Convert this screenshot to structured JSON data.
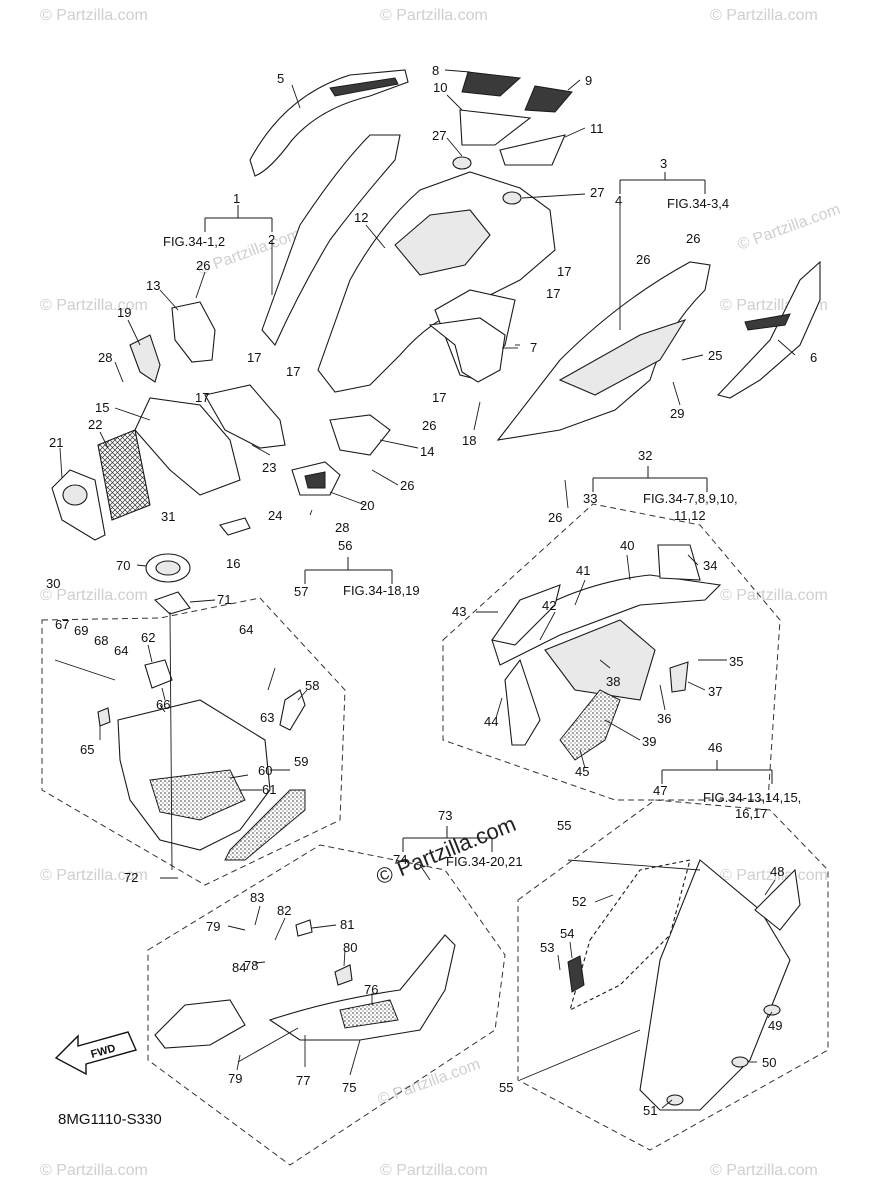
{
  "diagram_code": "8MG1110-S330",
  "fwd_label": "FWD",
  "center_watermark": "© Partzilla.com",
  "watermark_text": "© Partzilla.com",
  "fig_refs": {
    "g1": "FIG.34-1,2",
    "g3": "FIG.34-3,4",
    "g32_line1": "FIG.34-7,8,9,10,",
    "g32_line2": "11,12",
    "g56": "FIG.34-18,19",
    "g46_line1": "FIG.34-13,14,15,",
    "g46_line2": "16,17",
    "g73": "FIG.34-20,21"
  },
  "callouts": [
    "1",
    "2",
    "3",
    "4",
    "5",
    "6",
    "7",
    "8",
    "9",
    "10",
    "11",
    "12",
    "13",
    "14",
    "15",
    "16",
    "17",
    "18",
    "19",
    "20",
    "21",
    "22",
    "23",
    "24",
    "25",
    "26",
    "27",
    "28",
    "29",
    "30",
    "31",
    "32",
    "33",
    "34",
    "35",
    "36",
    "37",
    "38",
    "39",
    "40",
    "41",
    "42",
    "43",
    "44",
    "45",
    "46",
    "47",
    "48",
    "49",
    "50",
    "51",
    "52",
    "53",
    "54",
    "55",
    "56",
    "57",
    "58",
    "59",
    "60",
    "61",
    "62",
    "63",
    "64",
    "65",
    "66",
    "67",
    "68",
    "69",
    "70",
    "71",
    "72",
    "73",
    "74",
    "75",
    "76",
    "77",
    "78",
    "79",
    "80",
    "81",
    "82",
    "83",
    "84"
  ]
}
